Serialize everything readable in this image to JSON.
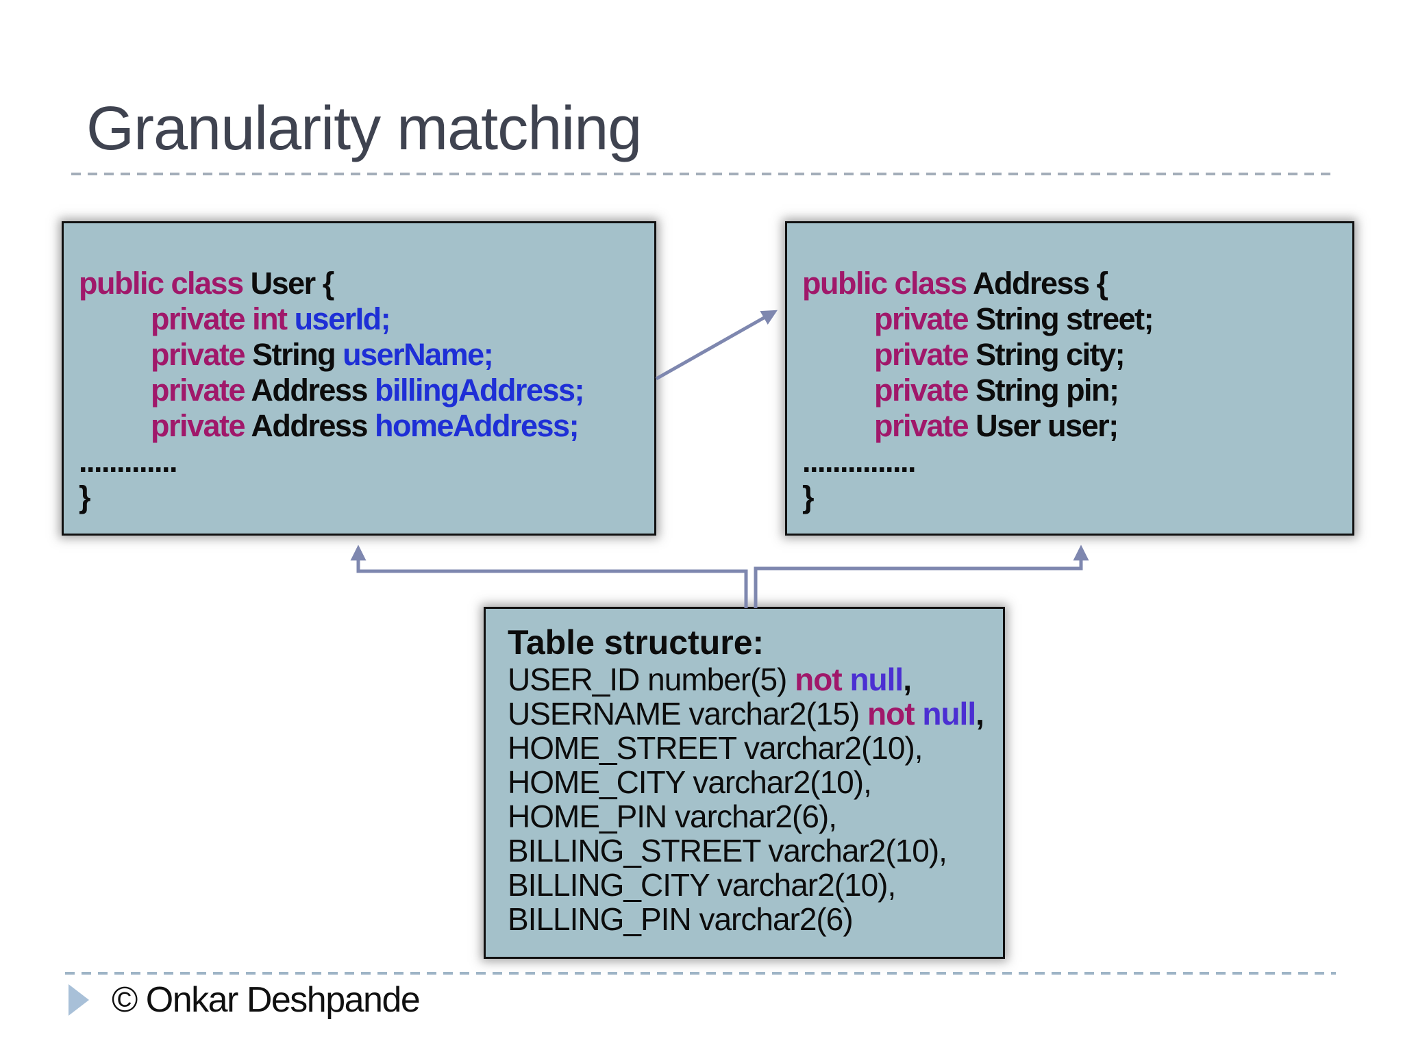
{
  "slide": {
    "title": "Granularity matching",
    "footer": "© Onkar Deshpande"
  },
  "colors": {
    "title": "#3F4350",
    "rule-top": "#A3ADB9",
    "rule-bottom": "#9EB4C6",
    "box-fill": "#A4C1CA",
    "box-border": "#111111",
    "code-text": "#0C0C0C",
    "keyword": "#A0186A",
    "identifier": "#1E2FD6",
    "null": "#4B2FD2",
    "arrow": "#7E87AF",
    "bullet": "#A8C0D8",
    "footer": "#101010"
  },
  "user_class_box": {
    "lines": [
      {
        "indent": false,
        "tokens": [
          {
            "t": "public class ",
            "c": "kw"
          },
          {
            "t": "User {",
            "c": "plain"
          }
        ]
      },
      {
        "indent": true,
        "tokens": [
          {
            "t": "private int ",
            "c": "kw"
          },
          {
            "t": "userId;",
            "c": "id"
          }
        ]
      },
      {
        "indent": true,
        "tokens": [
          {
            "t": "private ",
            "c": "kw"
          },
          {
            "t": "String ",
            "c": "plain"
          },
          {
            "t": "userName;",
            "c": "id"
          }
        ]
      },
      {
        "indent": true,
        "tokens": [
          {
            "t": "private ",
            "c": "kw"
          },
          {
            "t": "Address ",
            "c": "plain"
          },
          {
            "t": "billingAddress;",
            "c": "id"
          }
        ]
      },
      {
        "indent": true,
        "tokens": [
          {
            "t": "private ",
            "c": "kw"
          },
          {
            "t": "Address ",
            "c": "plain"
          },
          {
            "t": "homeAddress;",
            "c": "id"
          }
        ]
      },
      {
        "indent": false,
        "tokens": [
          {
            "t": ".............",
            "c": "plain"
          }
        ]
      },
      {
        "indent": false,
        "tokens": [
          {
            "t": "}",
            "c": "plain"
          }
        ]
      }
    ]
  },
  "address_class_box": {
    "lines": [
      {
        "indent": false,
        "tokens": [
          {
            "t": "public class ",
            "c": "kw"
          },
          {
            "t": "Address {",
            "c": "plain"
          }
        ]
      },
      {
        "indent": true,
        "tokens": [
          {
            "t": "private ",
            "c": "kw"
          },
          {
            "t": "String street;",
            "c": "plain"
          }
        ]
      },
      {
        "indent": true,
        "tokens": [
          {
            "t": "private ",
            "c": "kw"
          },
          {
            "t": "String city;",
            "c": "plain"
          }
        ]
      },
      {
        "indent": true,
        "tokens": [
          {
            "t": "private ",
            "c": "kw"
          },
          {
            "t": "String pin;",
            "c": "plain"
          }
        ]
      },
      {
        "indent": true,
        "tokens": [
          {
            "t": "private ",
            "c": "kw"
          },
          {
            "t": "User user;",
            "c": "plain"
          }
        ]
      },
      {
        "indent": false,
        "tokens": [
          {
            "t": "...............",
            "c": "plain"
          }
        ]
      },
      {
        "indent": false,
        "tokens": [
          {
            "t": "}",
            "c": "plain"
          }
        ]
      }
    ]
  },
  "table_structure_box": {
    "heading": "Table structure:",
    "lines": [
      {
        "indent": false,
        "tokens": [
          {
            "t": "USER_ID number(5) ",
            "c": "plain"
          },
          {
            "t": "not ",
            "c": "notkw"
          },
          {
            "t": "null",
            "c": "null"
          },
          {
            "t": ",",
            "c": "plainb"
          }
        ]
      },
      {
        "indent": false,
        "tokens": [
          {
            "t": "USERNAME varchar2(15) ",
            "c": "plain"
          },
          {
            "t": "not ",
            "c": "notkw"
          },
          {
            "t": "null",
            "c": "null"
          },
          {
            "t": ",",
            "c": "plainb"
          }
        ]
      },
      {
        "indent": false,
        "tokens": [
          {
            "t": "HOME_STREET varchar2(10),",
            "c": "plain"
          }
        ]
      },
      {
        "indent": false,
        "tokens": [
          {
            "t": "HOME_CITY varchar2(10),",
            "c": "plain"
          }
        ]
      },
      {
        "indent": false,
        "tokens": [
          {
            "t": "HOME_PIN varchar2(6),",
            "c": "plain"
          }
        ]
      },
      {
        "indent": false,
        "tokens": [
          {
            "t": "BILLING_STREET varchar2(10),",
            "c": "plain"
          }
        ]
      },
      {
        "indent": false,
        "tokens": [
          {
            "t": "BILLING_CITY varchar2(10),",
            "c": "plain"
          }
        ]
      },
      {
        "indent": false,
        "tokens": [
          {
            "t": "BILLING_PIN varchar2(6)",
            "c": "plain"
          }
        ]
      }
    ]
  }
}
